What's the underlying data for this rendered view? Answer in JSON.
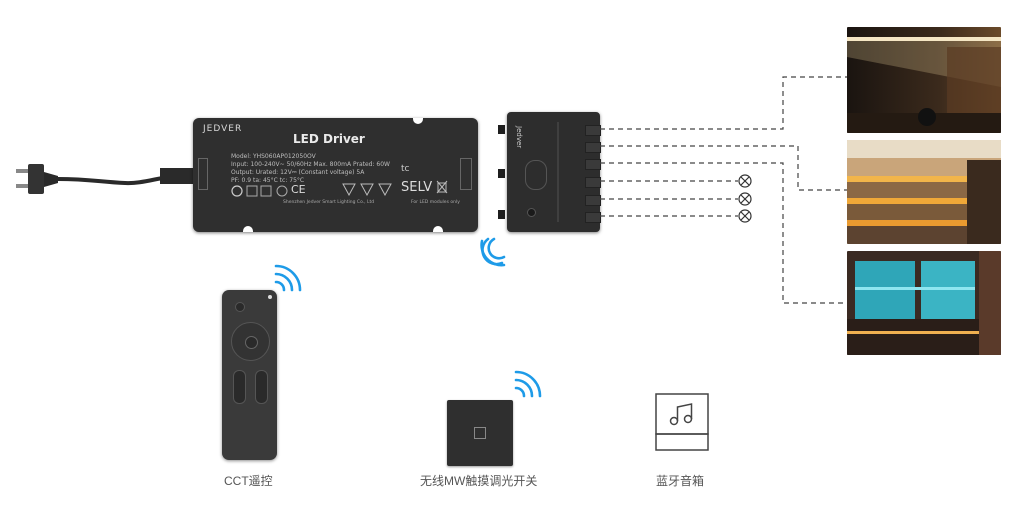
{
  "driver": {
    "brand": "JEDVER",
    "title": "LED Driver",
    "spec_lines": [
      "Model: YHS060AP012050OV",
      "Input: 100-240V~ 50/60Hz Max. 800mA  Prated: 60W",
      "Output: Urated: 12V⎓  (Constant voltage)  5A",
      "PF: 0.9  ta: 45°C  tc: 75°C"
    ],
    "cert_marks": "CE",
    "selv": "SELV",
    "tc": "tc",
    "led_note": "For LED modules only",
    "manufacturer": "Shenzhen Jedver Smart Lighting Co., Ltd"
  },
  "controller": {
    "brand": "Jedver"
  },
  "captions": {
    "remote": "CCT遥控",
    "switch": "无线MW触摸调光开关",
    "speaker": "蓝牙音箱"
  },
  "icons": {
    "plug": "power-plug",
    "wireless": "wifi-signal-icon",
    "lamp": "lamp-x-icon",
    "speaker": "music-note-icon"
  },
  "colors": {
    "device": "#2f2f2f",
    "wifi": "#1e9be8",
    "dashed": "#444444"
  }
}
